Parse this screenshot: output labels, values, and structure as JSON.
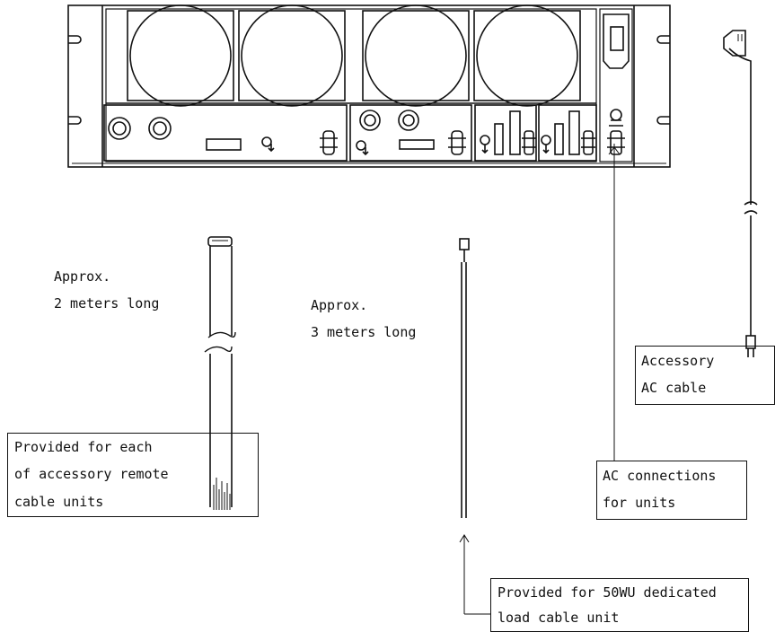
{
  "labels": {
    "remote_length_line1": "Approx.",
    "remote_length_line2": "2 meters long",
    "load_length_line1": "Approx.",
    "load_length_line2": "3 meters long",
    "remote_cable_line1": "Provided for each",
    "remote_cable_line2": "of accessory remote",
    "remote_cable_line3": "cable units",
    "load_cable_line1": "Provided for 50WU dedicated",
    "load_cable_line2": "load cable unit",
    "ac_connections_line1": "AC connections",
    "ac_connections_line2": "for units",
    "ac_cable_line1": "Accessory",
    "ac_cable_line2": "AC cable"
  },
  "colors": {
    "ink": "#111111",
    "background": "#ffffff"
  }
}
